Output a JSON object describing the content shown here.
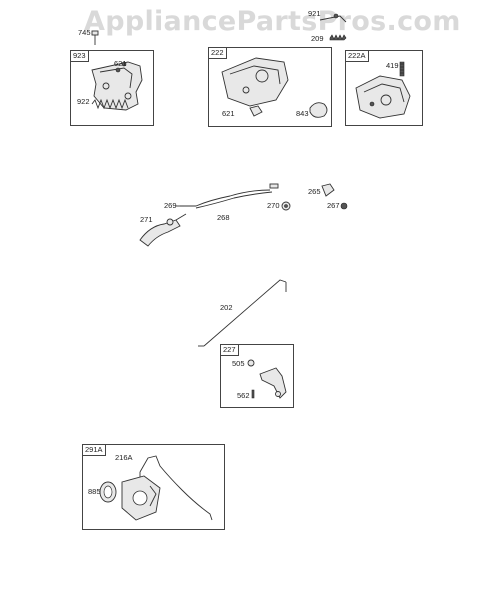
{
  "watermark": "AppliancePartsPros.com",
  "groups": [
    {
      "id": "923"
    },
    {
      "id": "222"
    },
    {
      "id": "222A"
    },
    {
      "id": "227"
    },
    {
      "id": "291A"
    }
  ],
  "callouts": {
    "745": "745",
    "921": "921",
    "923": "923",
    "922": "922",
    "621a": "621",
    "621b": "621",
    "209": "209",
    "843": "843",
    "419": "419",
    "265": "265",
    "267": "267",
    "269": "269",
    "268": "268",
    "270": "270",
    "271": "271",
    "202": "202",
    "505": "505",
    "562": "562",
    "216A": "216A",
    "885": "885"
  }
}
